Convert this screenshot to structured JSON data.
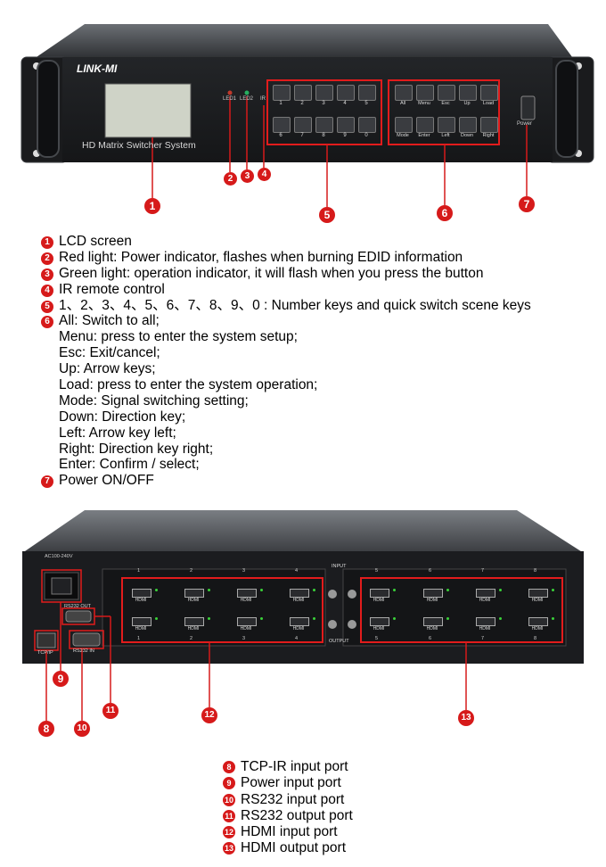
{
  "front_panel": {
    "brand": "LINK-MI",
    "model_text": "HD Matrix Switcher System",
    "led_labels": [
      "LED1",
      "LED2",
      "IR"
    ],
    "number_keys": [
      "1",
      "2",
      "3",
      "4",
      "5",
      "6",
      "7",
      "8",
      "9",
      "0"
    ],
    "function_keys": [
      "All",
      "Menu",
      "Esc",
      "Up",
      "Load",
      "Mode",
      "Enter",
      "Left",
      "Down",
      "Right"
    ],
    "power_label": "Power",
    "markers": [
      "1",
      "2",
      "3",
      "4",
      "5",
      "6",
      "7"
    ]
  },
  "front_legend": [
    {
      "num": "1",
      "text": "LCD screen"
    },
    {
      "num": "2",
      "text": "Red light: Power indicator, flashes when burning EDID information"
    },
    {
      "num": "3",
      "text": "Green light: operation indicator, it will flash when you press the button"
    },
    {
      "num": "4",
      "text": "IR remote control"
    },
    {
      "num": "5",
      "text": "1、2、3、4、5、6、7、8、9、0  : Number keys and quick switch scene keys"
    },
    {
      "num": "6",
      "text": "All: Switch to all;"
    },
    {
      "num": "",
      "text": "Menu: press to enter the system setup;"
    },
    {
      "num": "",
      "text": "Esc: Exit/cancel;"
    },
    {
      "num": "",
      "text": "Up: Arrow keys;"
    },
    {
      "num": "",
      "text": "Load: press to enter the system operation;"
    },
    {
      "num": "",
      "text": "Mode: Signal switching setting;"
    },
    {
      "num": "",
      "text": "Down: Direction key;"
    },
    {
      "num": "",
      "text": "Left: Arrow key left;"
    },
    {
      "num": "",
      "text": "Right: Direction key right;"
    },
    {
      "num": "",
      "text": "Enter: Confirm / select;"
    },
    {
      "num": "7",
      "text": "Power ON/OFF"
    }
  ],
  "rear_panel": {
    "power_label": "AC100-240V",
    "rs232_out": "RS232 OUT",
    "rs232_in": "RS232 IN",
    "tcpip": "TCP/IP",
    "input_label": "INPUT",
    "output_label": "OUTPUT",
    "channels": [
      "1",
      "2",
      "3",
      "4",
      "5",
      "6",
      "7",
      "8"
    ],
    "port_label": "HDMI",
    "markers": [
      "8",
      "9",
      "10",
      "11",
      "12",
      "13"
    ]
  },
  "rear_legend": [
    {
      "num": "8",
      "text": "TCP-IR input port"
    },
    {
      "num": "9",
      "text": "Power input port"
    },
    {
      "num": "10",
      "text": "RS232 input port"
    },
    {
      "num": "11",
      "text": "RS232 output port"
    },
    {
      "num": "12",
      "text": "HDMI input port"
    },
    {
      "num": "13",
      "text": "HDMI output port"
    }
  ]
}
